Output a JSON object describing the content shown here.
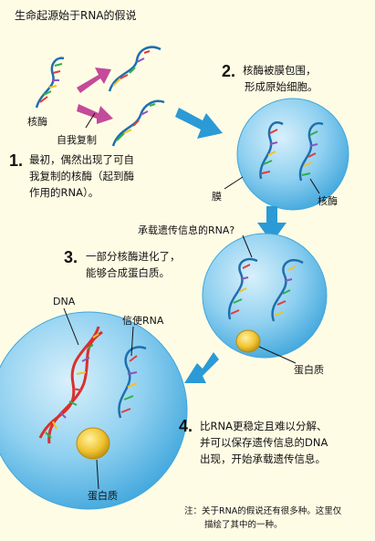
{
  "title": "生命起源始于RNA的假说",
  "labels": {
    "ribozyme_1": "核酶",
    "self_replication": "自我复制",
    "membrane": "膜",
    "ribozyme_2": "核酶",
    "rna_question": "承载遗传信息的RNA?",
    "dna": "DNA",
    "mrna": "信使RNA",
    "protein_1": "蛋白质",
    "protein_2": "蛋白质"
  },
  "steps": [
    {
      "number": "1.",
      "lines": [
        "最初，偶然出现了可自",
        "我复制的核酶（起到酶",
        "作用的RNA）。"
      ]
    },
    {
      "number": "2.",
      "lines": [
        "核酶被膜包围，",
        "形成原始细胞。"
      ]
    },
    {
      "number": "3.",
      "lines": [
        "一部分核酶进化了，",
        "能够合成蛋白质。"
      ]
    },
    {
      "number": "4.",
      "lines": [
        "比RNA更稳定且难以分解、",
        "并可以保存遗传信息的DNA",
        "出现，开始承载遗传信息。"
      ]
    }
  ],
  "note": {
    "lines": [
      "注：关于RNA的假说还有很多种。这里仅",
      "描绘了其中的一种。"
    ]
  },
  "colors": {
    "background": "#fffce5",
    "arrow_blue": "#2b9ad6",
    "arrow_magenta": "#c44a9a",
    "cell_blue": "#6fc3ec",
    "rna_backbone": "#1f6fae",
    "dna_backbone": "#d9302c",
    "protein_yellow": "#e8b820"
  }
}
